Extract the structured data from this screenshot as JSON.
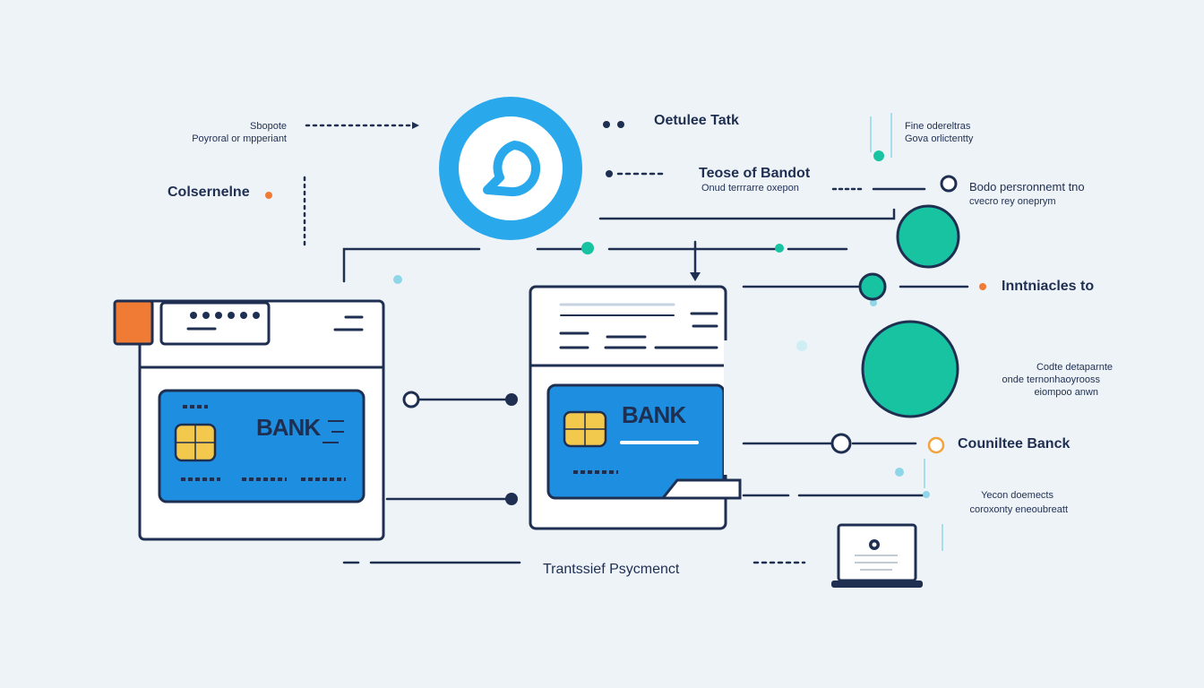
{
  "colors": {
    "background": "#eef3f7",
    "navy": "#1f2f52",
    "accent_blue": "#29a8ec",
    "card_blue": "#1e8fe0",
    "teal": "#17c3a0",
    "orange": "#f07b35",
    "chip_gold": "#f2c94c"
  },
  "labels": {
    "top_left_line1": "Sbopote",
    "top_left_line2": "Poyroral or mpperiant",
    "left_mid": "Colsernelne",
    "top_center": "Oetulee Tatk",
    "center_title": "Teose of Bandot",
    "center_sub": "Onud terrrarre oxepon",
    "top_right_line1": "Fine odereltras",
    "top_right_line2": "Gova orlictentty",
    "right_1_line1": "Bodo persronnemt tno",
    "right_1_line2": "cvecro rey oneprym",
    "right_2": "Inntniacles to",
    "right_3_line1": "Codte detaparnte",
    "right_3_line2": "onde ternonhaoyrooss",
    "right_3_line3": "eiompoo anwn",
    "right_4": "Couniltee Banck",
    "right_5_line1": "Yecon doemects",
    "right_5_line2": "coroxonty eneoubreatt",
    "bottom_center": "Trantssief Psycmenct",
    "left_card_brand": "BANK",
    "right_card_brand": "BANK"
  },
  "icons": {
    "center_logo": "chat-bubble-icon",
    "bottom_right": "laptop-icon",
    "card_chip": "chip-icon"
  }
}
